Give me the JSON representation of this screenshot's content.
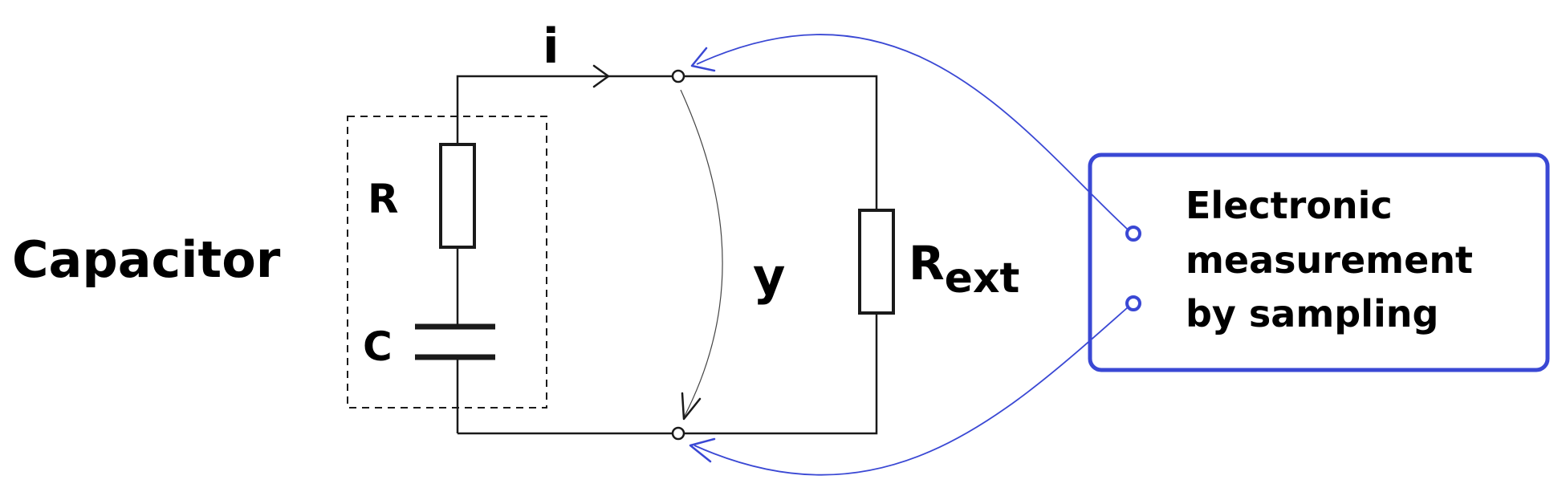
{
  "labels": {
    "capacitor": "Capacitor",
    "current": "i",
    "resistor": "R",
    "capacitance": "C",
    "voltage": "y",
    "ext_resistor_main": "R",
    "ext_resistor_sub": "ext"
  },
  "measurement_box": {
    "lines": [
      "Electronic",
      "measurement",
      "by sampling"
    ]
  },
  "colors": {
    "circuit": "#1a1a1a",
    "measurement": "#3a48d4"
  }
}
